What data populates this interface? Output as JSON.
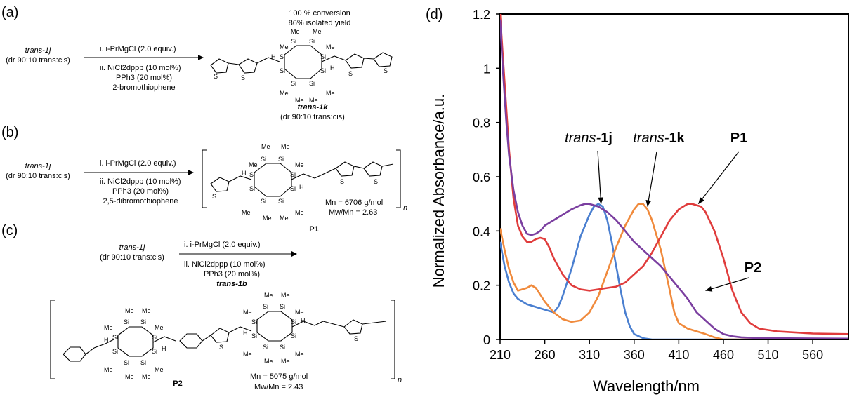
{
  "panels": {
    "a": {
      "label": "(a)",
      "reactant": "trans-1j",
      "reactant_dr": "(dr 90:10 trans:cis)",
      "step1": "i. i-PrMgCl (2.0 equiv.)",
      "step2": "ii. NiCl2dppp (10 mol%)",
      "step3": "PPh3 (20 mol%)",
      "step4": "2-bromothiophene",
      "conversion": "100 % conversion",
      "yield": "86% isolated yield",
      "product": "trans-1k",
      "product_dr": "(dr 90:10 trans:cis)"
    },
    "b": {
      "label": "(b)",
      "reactant": "trans-1j",
      "reactant_dr": "(dr 90:10 trans:cis)",
      "step1": "i. i-PrMgCl (2.0 equiv.)",
      "step2": "ii. NiCl2dppp (10 mol%)",
      "step3": "PPh3 (20 mol%)",
      "step4": "2,5-dibromothiophene",
      "product": "P1",
      "mn": "Mn = 6706 g/mol",
      "pdi": "Mw/Mn = 2.63",
      "n": "n"
    },
    "c": {
      "label": "(c)",
      "reactant": "trans-1j",
      "reactant_dr": "(dr 90:10 trans:cis)",
      "step1": "i. i-PrMgCl (2.0 equiv.)",
      "step2": "ii. NiCl2dppp (10 mol%)",
      "step3": "PPh3 (20 mol%)",
      "step4": "trans-1b",
      "product": "P2",
      "mn": "Mn = 5075 g/mol",
      "pdi": "Mw/Mn = 2.43",
      "n": "n"
    },
    "d": {
      "label": "(d)"
    }
  },
  "atoms": {
    "si": "Si",
    "me": "Me",
    "h": "H",
    "s": "S"
  },
  "chart_data": {
    "type": "line",
    "xlabel": "Wavelength/nm",
    "ylabel": "Normalized Absorbance/a.u.",
    "xlim": [
      210,
      600
    ],
    "ylim": [
      0,
      1.2
    ],
    "xticks": [
      210,
      260,
      310,
      360,
      410,
      460,
      510,
      560
    ],
    "yticks": [
      0,
      0.2,
      0.4,
      0.6,
      0.8,
      1,
      1.2
    ],
    "ytick_labels": [
      "0",
      "0.2",
      "0.4",
      "0.6",
      "0.8",
      "1",
      "1.2"
    ],
    "grid": false,
    "series": [
      {
        "name": "trans-1j",
        "color": "#4a7fd0",
        "points": [
          [
            210,
            0.36
          ],
          [
            215,
            0.27
          ],
          [
            220,
            0.21
          ],
          [
            225,
            0.17
          ],
          [
            230,
            0.15
          ],
          [
            240,
            0.13
          ],
          [
            250,
            0.12
          ],
          [
            260,
            0.11
          ],
          [
            270,
            0.1
          ],
          [
            275,
            0.12
          ],
          [
            280,
            0.16
          ],
          [
            290,
            0.26
          ],
          [
            300,
            0.38
          ],
          [
            310,
            0.46
          ],
          [
            315,
            0.49
          ],
          [
            320,
            0.5
          ],
          [
            325,
            0.49
          ],
          [
            330,
            0.44
          ],
          [
            335,
            0.36
          ],
          [
            340,
            0.27
          ],
          [
            345,
            0.18
          ],
          [
            350,
            0.1
          ],
          [
            355,
            0.05
          ],
          [
            360,
            0.02
          ],
          [
            370,
            0.005
          ],
          [
            380,
            0
          ],
          [
            600,
            0
          ]
        ]
      },
      {
        "name": "trans-1k",
        "color": "#f08a3c",
        "points": [
          [
            210,
            0.41
          ],
          [
            215,
            0.33
          ],
          [
            220,
            0.26
          ],
          [
            225,
            0.21
          ],
          [
            230,
            0.18
          ],
          [
            240,
            0.19
          ],
          [
            245,
            0.2
          ],
          [
            250,
            0.19
          ],
          [
            260,
            0.14
          ],
          [
            270,
            0.1
          ],
          [
            280,
            0.075
          ],
          [
            290,
            0.065
          ],
          [
            300,
            0.07
          ],
          [
            310,
            0.1
          ],
          [
            320,
            0.16
          ],
          [
            330,
            0.25
          ],
          [
            340,
            0.34
          ],
          [
            350,
            0.42
          ],
          [
            360,
            0.48
          ],
          [
            365,
            0.5
          ],
          [
            370,
            0.5
          ],
          [
            375,
            0.48
          ],
          [
            380,
            0.44
          ],
          [
            390,
            0.33
          ],
          [
            400,
            0.18
          ],
          [
            405,
            0.1
          ],
          [
            410,
            0.06
          ],
          [
            420,
            0.04
          ],
          [
            430,
            0.03
          ],
          [
            440,
            0.02
          ],
          [
            450,
            0.008
          ],
          [
            460,
            0
          ],
          [
            600,
            0
          ]
        ]
      },
      {
        "name": "P1",
        "color": "#e03c3c",
        "points": [
          [
            210,
            1.2
          ],
          [
            213,
            1.05
          ],
          [
            217,
            0.85
          ],
          [
            220,
            0.7
          ],
          [
            225,
            0.52
          ],
          [
            230,
            0.42
          ],
          [
            235,
            0.38
          ],
          [
            240,
            0.36
          ],
          [
            245,
            0.36
          ],
          [
            250,
            0.37
          ],
          [
            255,
            0.375
          ],
          [
            260,
            0.37
          ],
          [
            265,
            0.34
          ],
          [
            270,
            0.3
          ],
          [
            280,
            0.24
          ],
          [
            290,
            0.2
          ],
          [
            300,
            0.185
          ],
          [
            310,
            0.18
          ],
          [
            320,
            0.185
          ],
          [
            330,
            0.19
          ],
          [
            340,
            0.195
          ],
          [
            350,
            0.21
          ],
          [
            360,
            0.24
          ],
          [
            370,
            0.27
          ],
          [
            380,
            0.32
          ],
          [
            390,
            0.38
          ],
          [
            400,
            0.44
          ],
          [
            410,
            0.48
          ],
          [
            420,
            0.5
          ],
          [
            425,
            0.5
          ],
          [
            430,
            0.495
          ],
          [
            435,
            0.49
          ],
          [
            440,
            0.47
          ],
          [
            450,
            0.4
          ],
          [
            460,
            0.3
          ],
          [
            470,
            0.18
          ],
          [
            480,
            0.1
          ],
          [
            490,
            0.06
          ],
          [
            500,
            0.04
          ],
          [
            520,
            0.03
          ],
          [
            560,
            0.022
          ],
          [
            600,
            0.02
          ]
        ]
      },
      {
        "name": "P2",
        "color": "#7b3fa0",
        "points": [
          [
            210,
            1.18
          ],
          [
            213,
            1.0
          ],
          [
            217,
            0.8
          ],
          [
            220,
            0.68
          ],
          [
            225,
            0.55
          ],
          [
            230,
            0.47
          ],
          [
            235,
            0.42
          ],
          [
            240,
            0.39
          ],
          [
            245,
            0.385
          ],
          [
            250,
            0.39
          ],
          [
            255,
            0.4
          ],
          [
            260,
            0.42
          ],
          [
            270,
            0.44
          ],
          [
            280,
            0.46
          ],
          [
            290,
            0.48
          ],
          [
            300,
            0.495
          ],
          [
            305,
            0.5
          ],
          [
            310,
            0.5
          ],
          [
            320,
            0.49
          ],
          [
            330,
            0.47
          ],
          [
            340,
            0.44
          ],
          [
            350,
            0.4
          ],
          [
            360,
            0.36
          ],
          [
            370,
            0.33
          ],
          [
            380,
            0.3
          ],
          [
            390,
            0.27
          ],
          [
            400,
            0.23
          ],
          [
            410,
            0.19
          ],
          [
            420,
            0.15
          ],
          [
            430,
            0.1
          ],
          [
            440,
            0.07
          ],
          [
            450,
            0.04
          ],
          [
            460,
            0.02
          ],
          [
            470,
            0.012
          ],
          [
            480,
            0.008
          ],
          [
            500,
            0.005
          ],
          [
            600,
            0.003
          ]
        ]
      }
    ],
    "annotations": [
      {
        "text": "trans-1j",
        "target": [
          323,
          0.5
        ]
      },
      {
        "text": "trans-1k",
        "target": [
          375,
          0.49
        ]
      },
      {
        "text": "P1",
        "target": [
          432,
          0.5
        ]
      },
      {
        "text": "P2",
        "target": [
          440,
          0.18
        ]
      }
    ]
  }
}
